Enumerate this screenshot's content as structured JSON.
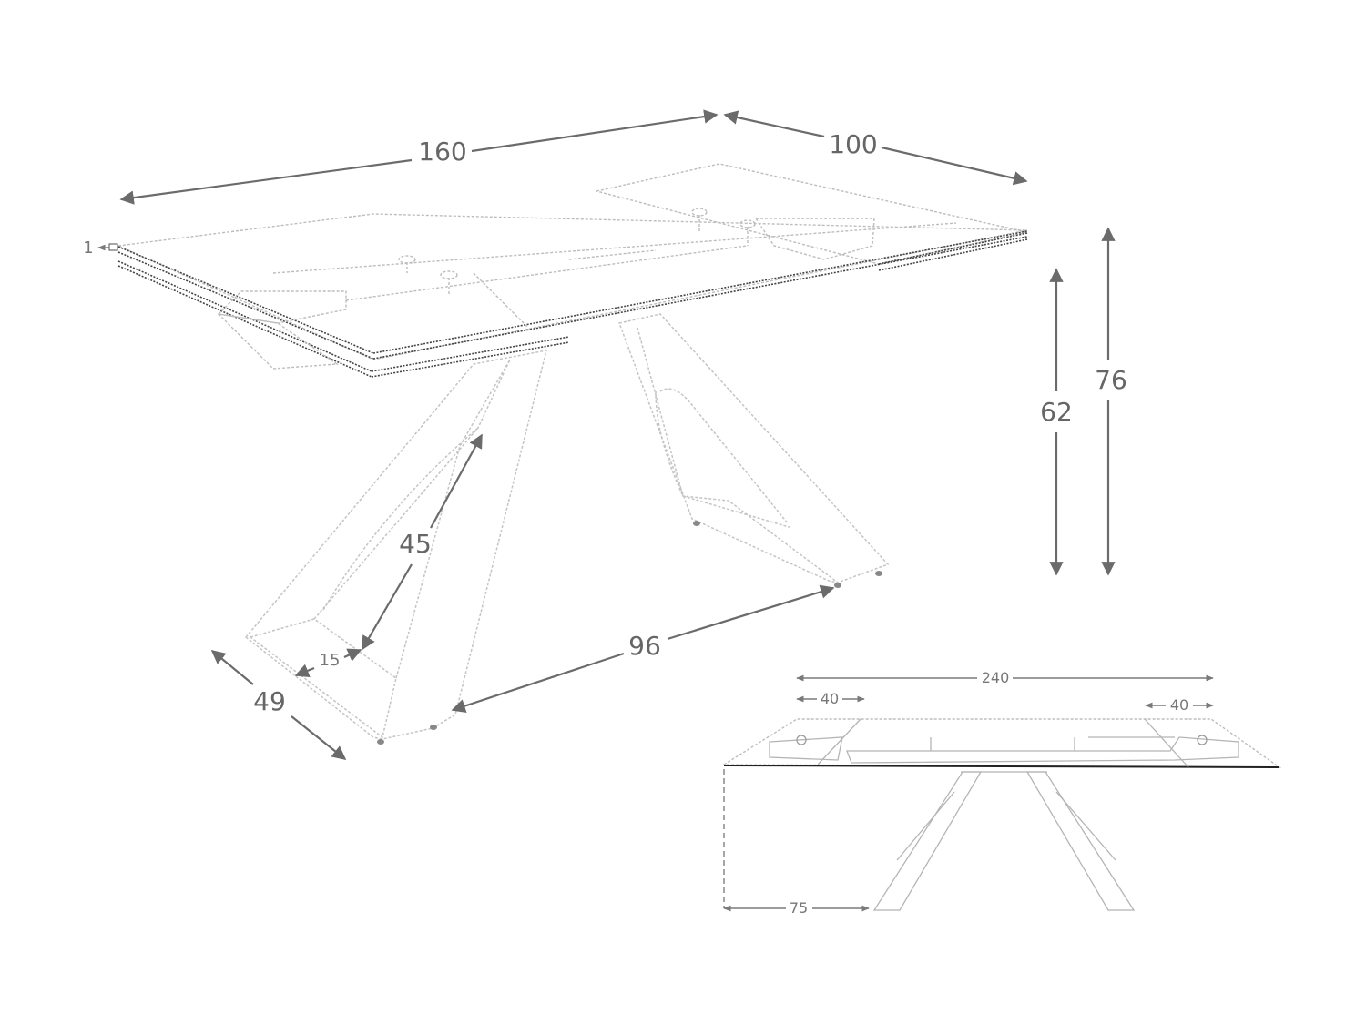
{
  "diagram": {
    "main_view": {
      "length": "160",
      "width": "100",
      "glass_thickness": "1",
      "height_total": "76",
      "height_under": "62",
      "leg_inner_height": "45",
      "leg_inner_base": "15",
      "leg_depth": "49",
      "leg_spacing": "96"
    },
    "extended_view": {
      "total_length": "240",
      "extension_left": "40",
      "extension_right": "40",
      "height_clearance": "75"
    }
  }
}
